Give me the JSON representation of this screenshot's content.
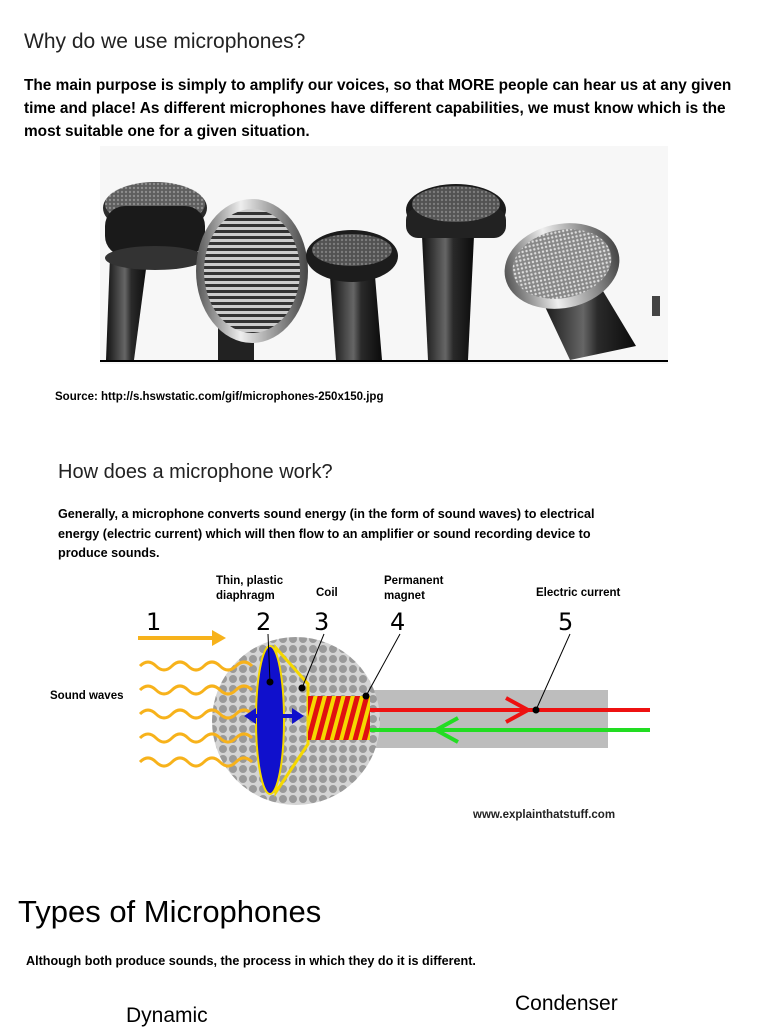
{
  "section1": {
    "heading": "Why do we use microphones?",
    "paragraph": "The main purpose is simply to amplify our voices, so that MORE people can hear us at any given time and place! As different microphones have different capabilities, we must know which is the most suitable one for a given situation.",
    "source": "Source: http://s.hswstatic.com/gif/microphones-250x150.jpg"
  },
  "section2": {
    "heading": "How does a microphone work?",
    "paragraph": "Generally, a microphone converts sound energy (in the form of sound waves) to electrical energy (electric current) which will then flow to an amplifier or sound recording device to produce sounds.",
    "labels": {
      "diaphragm": "Thin, plastic diaphragm",
      "coil": "Coil",
      "magnet": "Permanent magnet",
      "current": "Electric current",
      "sound_waves": "Sound waves"
    },
    "numbers": [
      "1",
      "2",
      "3",
      "4",
      "5"
    ],
    "watermark": "www.explainthatstuff.com"
  },
  "section3": {
    "heading": "Types of Microphones",
    "paragraph": "Although both produce sounds, the process in which they do it is different.",
    "dynamic": "Dynamic",
    "condenser": "Condenser"
  },
  "colors": {
    "wave": "#f7b21b",
    "diaphragm": "#1010cc",
    "coil_red": "#e01010",
    "coil_yellow": "#f5d800",
    "wire_red": "#ee1111",
    "wire_green": "#22dd22",
    "grey_body": "#bdbdbd"
  }
}
